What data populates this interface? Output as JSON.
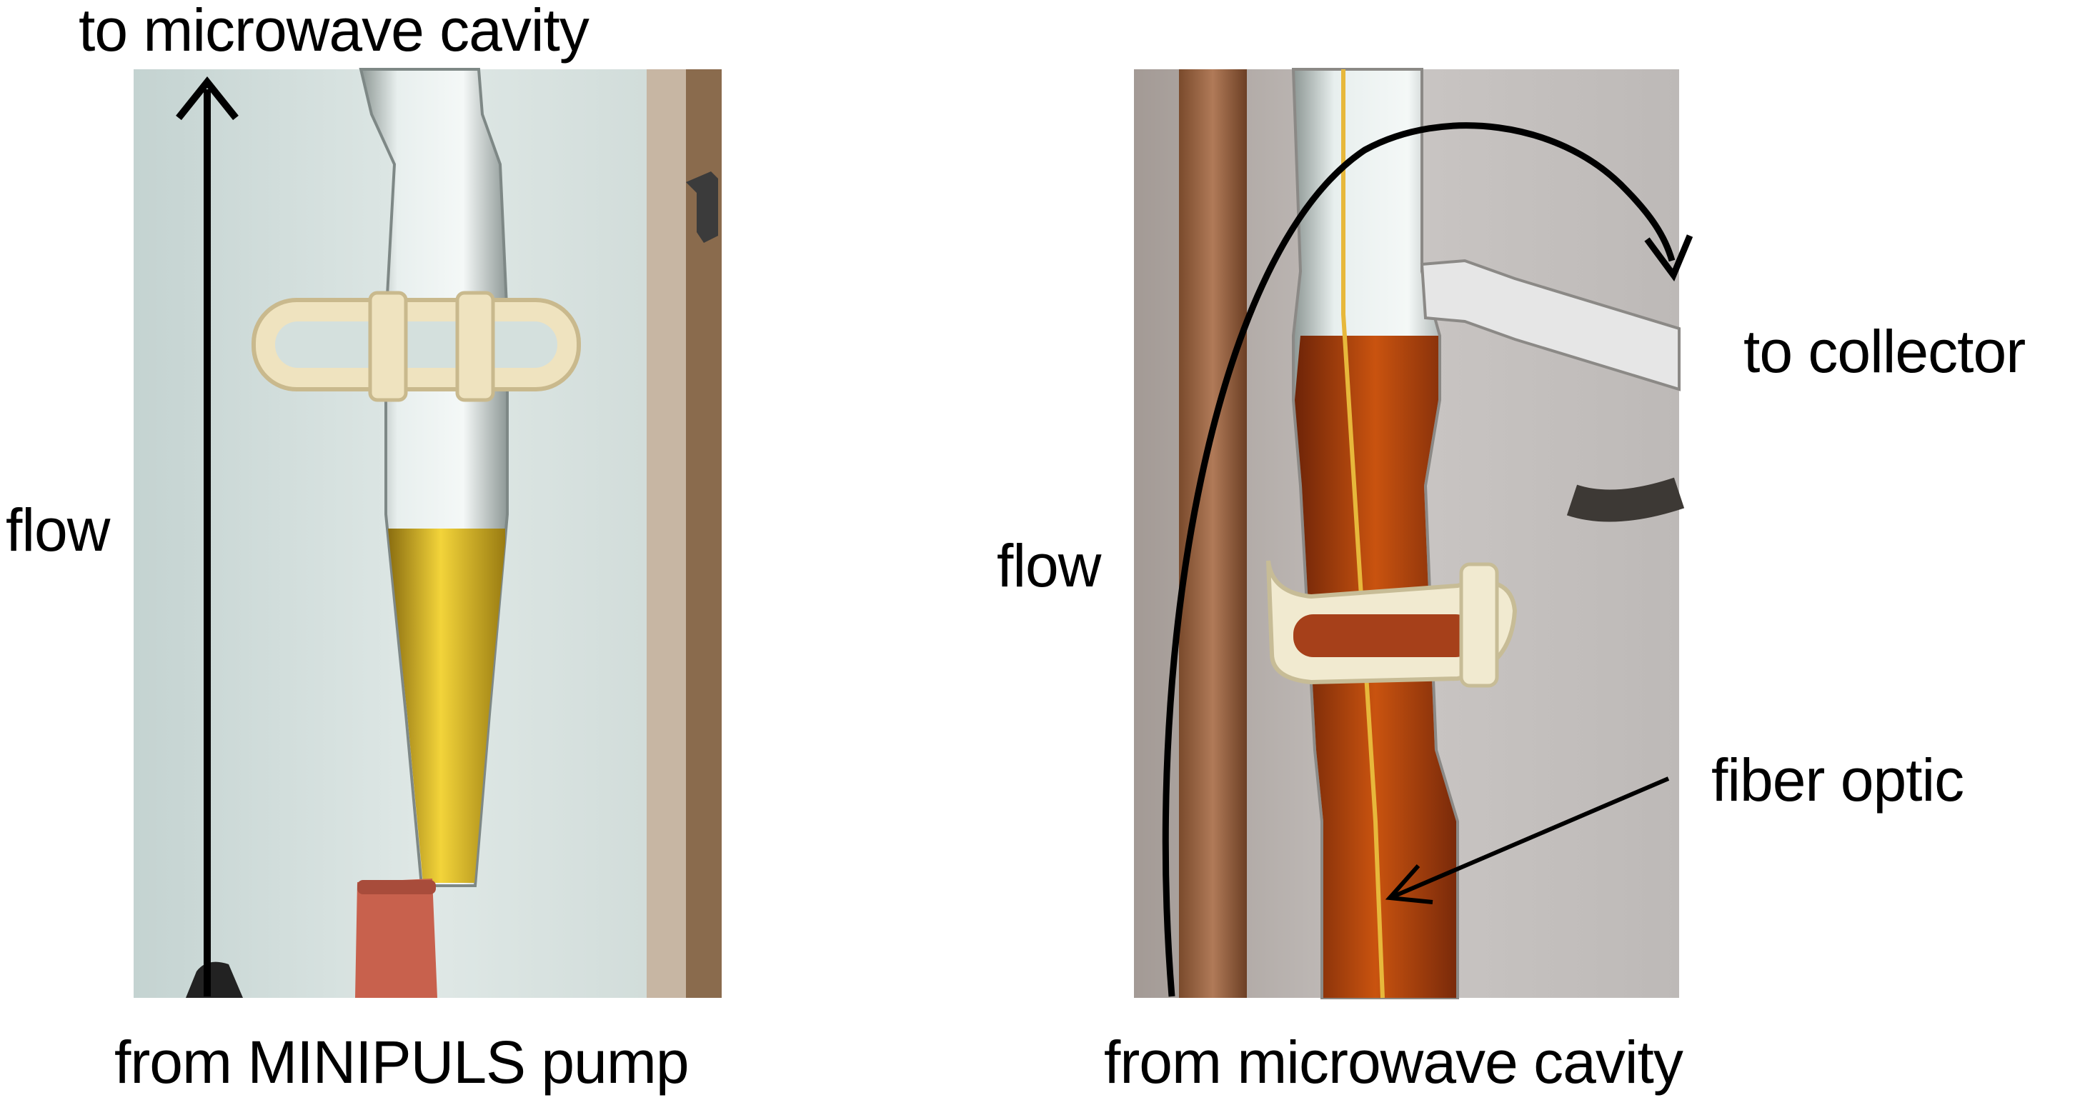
{
  "left_panel": {
    "top_label": "to microwave cavity",
    "side_label": "flow",
    "bottom_label": "from MINIPULS pump",
    "liquid_color": "#e8c21c"
  },
  "right_panel": {
    "side_label": "flow",
    "outlet_label": "to collector",
    "fiber_label": "fiber optic",
    "bottom_label": "from microwave cavity",
    "liquid_color": "#b9430e"
  }
}
